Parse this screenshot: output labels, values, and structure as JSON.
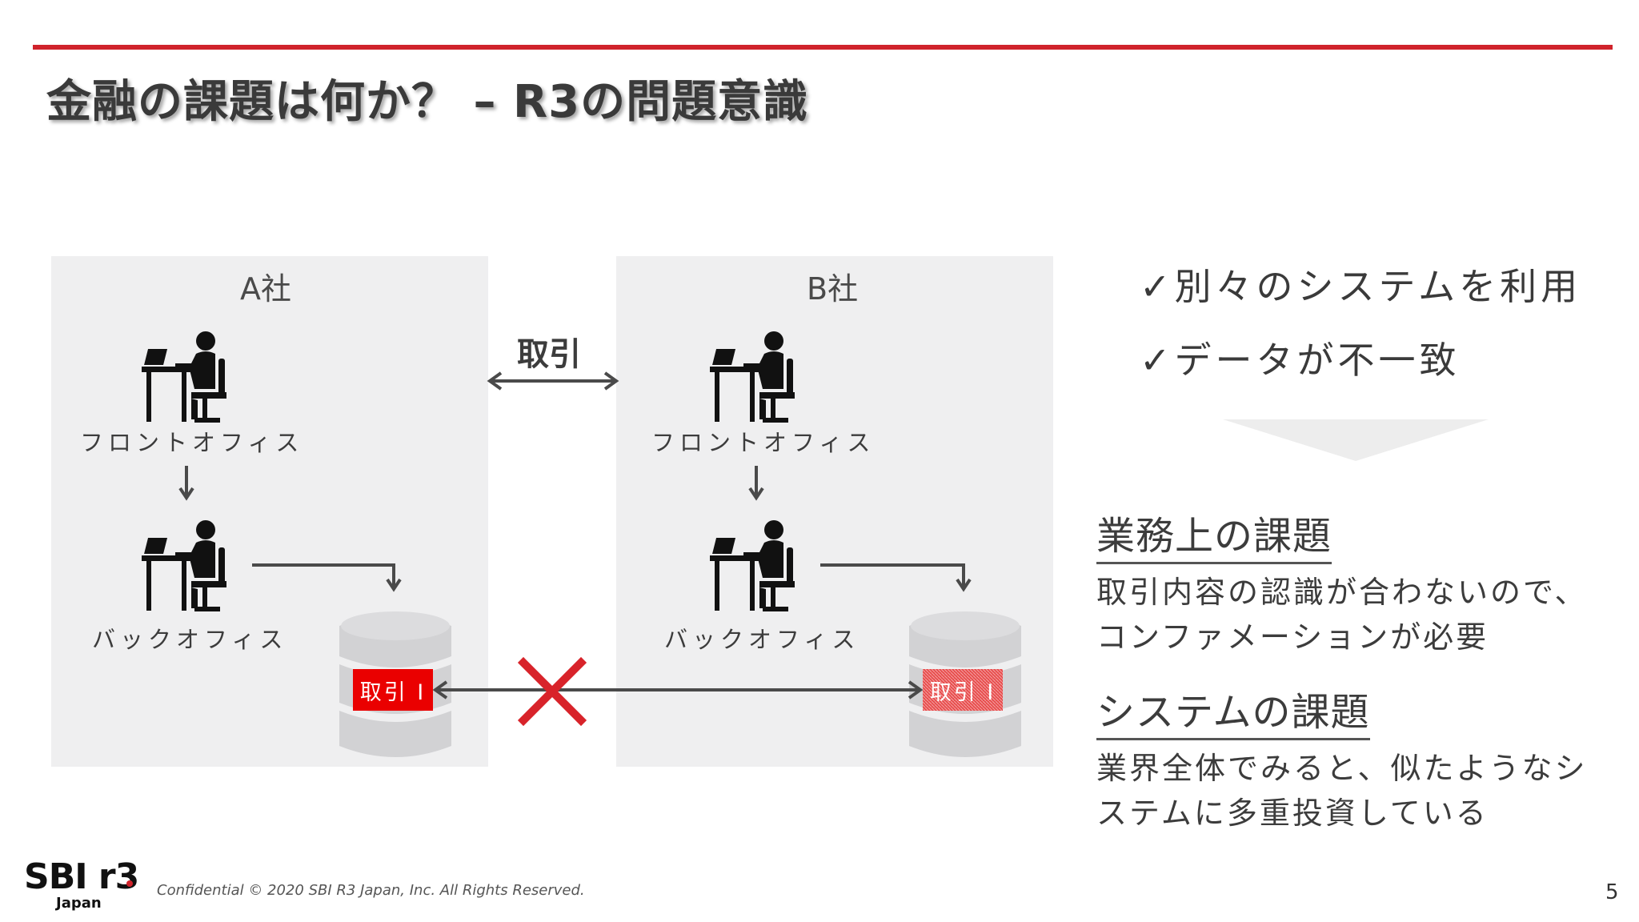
{
  "slide": {
    "title": "金融の課題は何か？ – R3の問題意識",
    "page_number": "5",
    "accent_color": "#d0232b"
  },
  "diagram": {
    "company_a": {
      "name": "A社",
      "front_office": "フロントオフィス",
      "back_office": "バックオフィス",
      "record_label": "取引 I"
    },
    "company_b": {
      "name": "B社",
      "front_office": "フロントオフィス",
      "back_office": "バックオフィス",
      "record_label": "取引 I"
    },
    "trade_label": "取引",
    "mismatch_icon": "red-cross-icon",
    "person_icon": "person-at-desk-icon",
    "database_icon": "database-icon"
  },
  "points": [
    "✓別々のシステムを利用",
    "✓データが不一致"
  ],
  "business_issue": {
    "heading": "業務上の課題",
    "line1": "取引内容の認識が合わないので、",
    "line2": "コンファメーションが必要"
  },
  "system_issue": {
    "heading": "システムの課題",
    "line1": "業界全体でみると、似たようなシ",
    "line2": "ステムに多重投資している"
  },
  "footer": {
    "logo_text": "SBI r3",
    "logo_sub": "Japan",
    "copyright": "Confidential  © 2020 SBI R3 Japan, Inc.  All Rights Reserved."
  }
}
